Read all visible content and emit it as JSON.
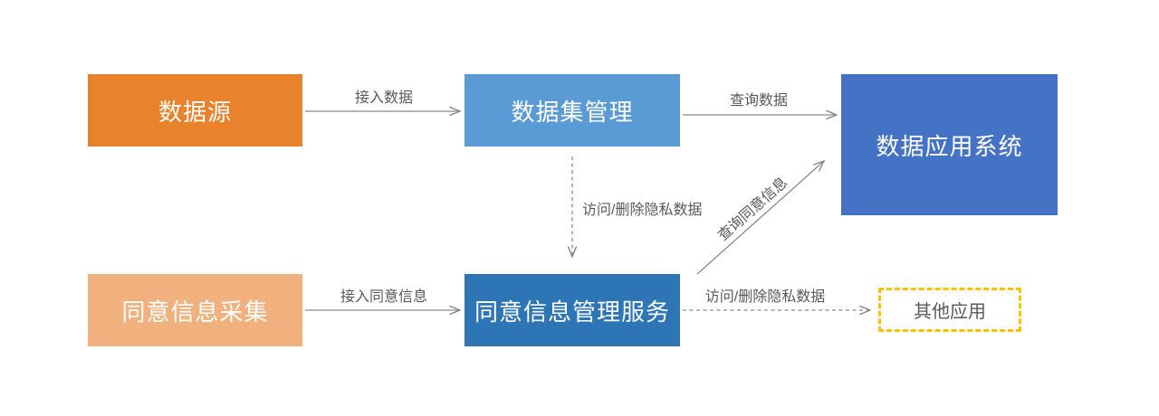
{
  "diagram": {
    "title": "",
    "nodes": [
      {
        "id": "data-source",
        "label": "数据源",
        "fill": "#E8822C",
        "text": "#FFFFFF"
      },
      {
        "id": "dataset-management",
        "label": "数据集管理",
        "fill": "#5B9BD5",
        "text": "#FFFFFF"
      },
      {
        "id": "data-application-system",
        "label": "数据应用系统",
        "fill": "#4472C4",
        "text": "#FFFFFF"
      },
      {
        "id": "consent-collection",
        "label": "同意信息采集",
        "fill": "#F0B17E",
        "text": "#FFFFFF"
      },
      {
        "id": "consent-management-service",
        "label": "同意信息管理服务",
        "fill": "#2E75B6",
        "text": "#FFFFFF"
      },
      {
        "id": "other-applications",
        "label": "其他应用",
        "fill": "#FFFFFF",
        "text": "#595959",
        "border": "#FFC000",
        "border_style": "dashed"
      }
    ],
    "edges": [
      {
        "from": "data-source",
        "to": "dataset-management",
        "label": "接入数据",
        "style": "solid"
      },
      {
        "from": "dataset-management",
        "to": "data-application-system",
        "label": "查询数据",
        "style": "solid"
      },
      {
        "from": "dataset-management",
        "to": "consent-management-service",
        "label": "访问/删除隐私数据",
        "style": "dashed"
      },
      {
        "from": "consent-collection",
        "to": "consent-management-service",
        "label": "接入同意信息",
        "style": "solid"
      },
      {
        "from": "consent-management-service",
        "to": "data-application-system",
        "label": "查询同意信息",
        "style": "solid"
      },
      {
        "from": "consent-management-service",
        "to": "other-applications",
        "label": "访问/删除隐私数据",
        "style": "dashed"
      }
    ],
    "arrow_color": "#8A8A8A",
    "label_color": "#595959",
    "background": "#FFFFFF"
  }
}
